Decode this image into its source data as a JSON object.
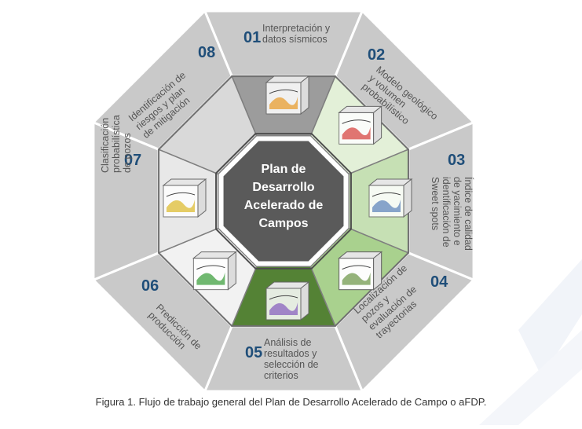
{
  "center": {
    "lines": [
      "Plan de",
      "Desarrollo",
      "Acelerado  de",
      "Campos"
    ]
  },
  "steps": [
    {
      "number": "01",
      "label_lines": [
        "Interpretación y",
        "datos sísmicos"
      ]
    },
    {
      "number": "02",
      "label_lines": [
        "Modelo geológico",
        "y volumen",
        "probabilístico"
      ]
    },
    {
      "number": "03",
      "label_lines": [
        "Índice de calidad",
        "de yacimiento e",
        "identificación de",
        "Sweet spots"
      ]
    },
    {
      "number": "04",
      "label_lines": [
        "Localización de",
        "pozos y",
        "evaluación de",
        "trayectorias"
      ]
    },
    {
      "number": "05",
      "label_lines": [
        "Análisis de",
        "resultados y",
        "selección de",
        "criterios"
      ]
    },
    {
      "number": "06",
      "label_lines": [
        "Predicción de",
        "producción"
      ]
    },
    {
      "number": "07",
      "label_lines": [
        "Clasificación",
        "probabilística",
        "de pozos"
      ]
    },
    {
      "number": "08",
      "label_lines": [
        "Identificación de",
        "riesgos y plan",
        "de mitigación"
      ]
    }
  ],
  "caption": "Figura 1. Flujo de trabajo general del Plan de Desarrollo Acelerado de Campo o aFDP.",
  "colors": {
    "outer_ring": "#c9c9c9",
    "outer_border": "#ffffff",
    "number": "#1f4e79",
    "label": "#555555",
    "center_fill": "#5a5a5a",
    "center_text": "#ffffff",
    "inner_palette": [
      "#9c9c9c",
      "#e3f0d8",
      "#c6e0b4",
      "#a9d18e",
      "#548235",
      "#f2f2f2",
      "#e8e8e8",
      "#d9d9d9"
    ]
  }
}
